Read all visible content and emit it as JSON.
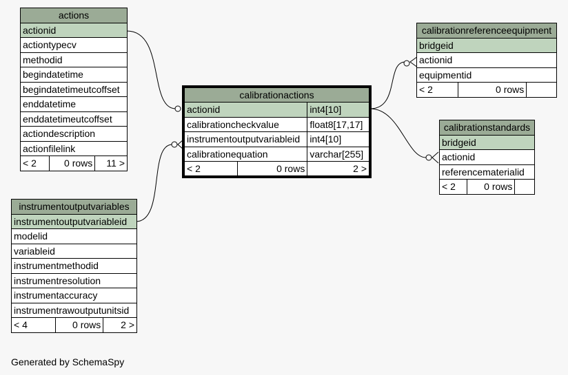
{
  "tables": {
    "actions": {
      "name": "actions",
      "pk": "actionid",
      "columns": [
        "actiontypecv",
        "methodid",
        "begindatetime",
        "begindatetimeutcoffset",
        "enddatetime",
        "enddatetimeutcoffset",
        "actiondescription",
        "actionfilelink"
      ],
      "footer": {
        "left": "< 2",
        "mid": "0 rows",
        "right": "11 >"
      }
    },
    "instrumentoutputvariables": {
      "name": "instrumentoutputvariables",
      "pk": "instrumentoutputvariableid",
      "columns": [
        "modelid",
        "variableid",
        "instrumentmethodid",
        "instrumentresolution",
        "instrumentaccuracy",
        "instrumentrawoutputunitsid"
      ],
      "footer": {
        "left": "< 4",
        "mid": "0 rows",
        "right": "2 >"
      }
    },
    "calibrationactions": {
      "name": "calibrationactions",
      "rows": [
        {
          "name": "actionid",
          "type": "int4[10]"
        },
        {
          "name": "calibrationcheckvalue",
          "type": "float8[17,17]"
        },
        {
          "name": "instrumentoutputvariableid",
          "type": "int4[10]"
        },
        {
          "name": "calibrationequation",
          "type": "varchar[255]"
        }
      ],
      "footer": {
        "left": "< 2",
        "mid": "0 rows",
        "right": "2 >"
      }
    },
    "calibrationreferenceequipment": {
      "name": "calibrationreferenceequipment",
      "pk": "bridgeid",
      "columns": [
        "actionid",
        "equipmentid"
      ],
      "footer": {
        "left": "< 2",
        "mid": "0 rows",
        "right": ""
      }
    },
    "calibrationstandards": {
      "name": "calibrationstandards",
      "pk": "bridgeid",
      "columns": [
        "actionid",
        "referencematerialid"
      ],
      "footer": {
        "left": "< 2",
        "mid": "0 rows",
        "right": ""
      }
    }
  },
  "footer_text": "Generated by SchemaSpy"
}
